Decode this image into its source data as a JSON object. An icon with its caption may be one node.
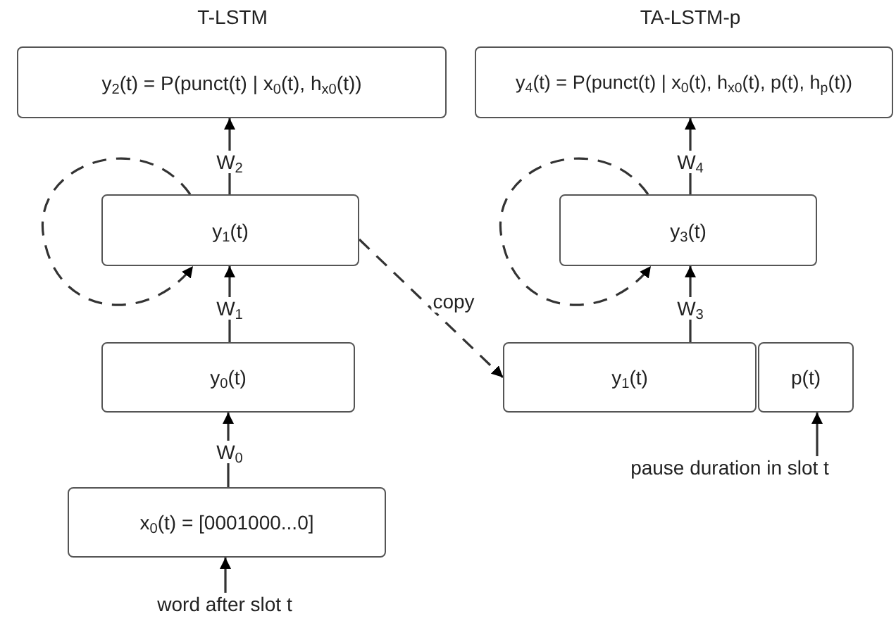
{
  "diagram": {
    "nodes": [
      {
        "text": [
          "y$_{2}$(t) = P(punct(t) | x$_{0}$(t), h$_{x0}$(t))"
        ]
      },
      {
        "text": [
          "y$_{1}$(t)"
        ]
      },
      {
        "text": [
          "y$_{0}$(t)"
        ]
      },
      {
        "text": [
          "x$_{0}$(t) = [0001000...0]"
        ]
      },
      {
        "text": [
          "word after slot t"
        ]
      },
      {
        "text": [
          "y$_{4}$(t) = P(punct(t) | x$_{0}$(t), h$_{x0}$(t), p(t), h$_{p}$(t))"
        ]
      },
      {
        "text": [
          "y$_{3}$(t)"
        ]
      },
      {
        "text": [
          "y$_{1}$(t)"
        ]
      },
      {
        "text": [
          "p(t)"
        ]
      },
      {
        "text": [
          "pause duration in slot t"
        ]
      }
    ],
    "edges": [
      {
        "from": 4,
        "to": 3,
        "arrow": "to"
      },
      {
        "from": 3,
        "to": 2,
        "arrow": "to",
        "label": "W$_{0}$"
      },
      {
        "from": 2,
        "to": 1,
        "arrow": "to",
        "label": "W$_{1}$"
      },
      {
        "from": 1,
        "to": 0,
        "arrow": "to",
        "label": "W$_{2}$"
      },
      {
        "from": 1,
        "to": 1,
        "arrow": "to",
        "style": "dashed"
      },
      {
        "from": 1,
        "to": 7,
        "arrow": "to",
        "style": "dashed",
        "label": "copy"
      },
      {
        "from": 7,
        "to": 6,
        "arrow": "to",
        "label": "W$_{3}$"
      },
      {
        "from": 6,
        "to": 5,
        "arrow": "to",
        "label": "W$_{4}$"
      },
      {
        "from": 6,
        "to": 6,
        "arrow": "to",
        "style": "dashed"
      },
      {
        "from": 9,
        "to": 8,
        "arrow": "to"
      }
    ],
    "labels": [
      "T-LSTM",
      "TA-LSTM-p"
    ]
  }
}
